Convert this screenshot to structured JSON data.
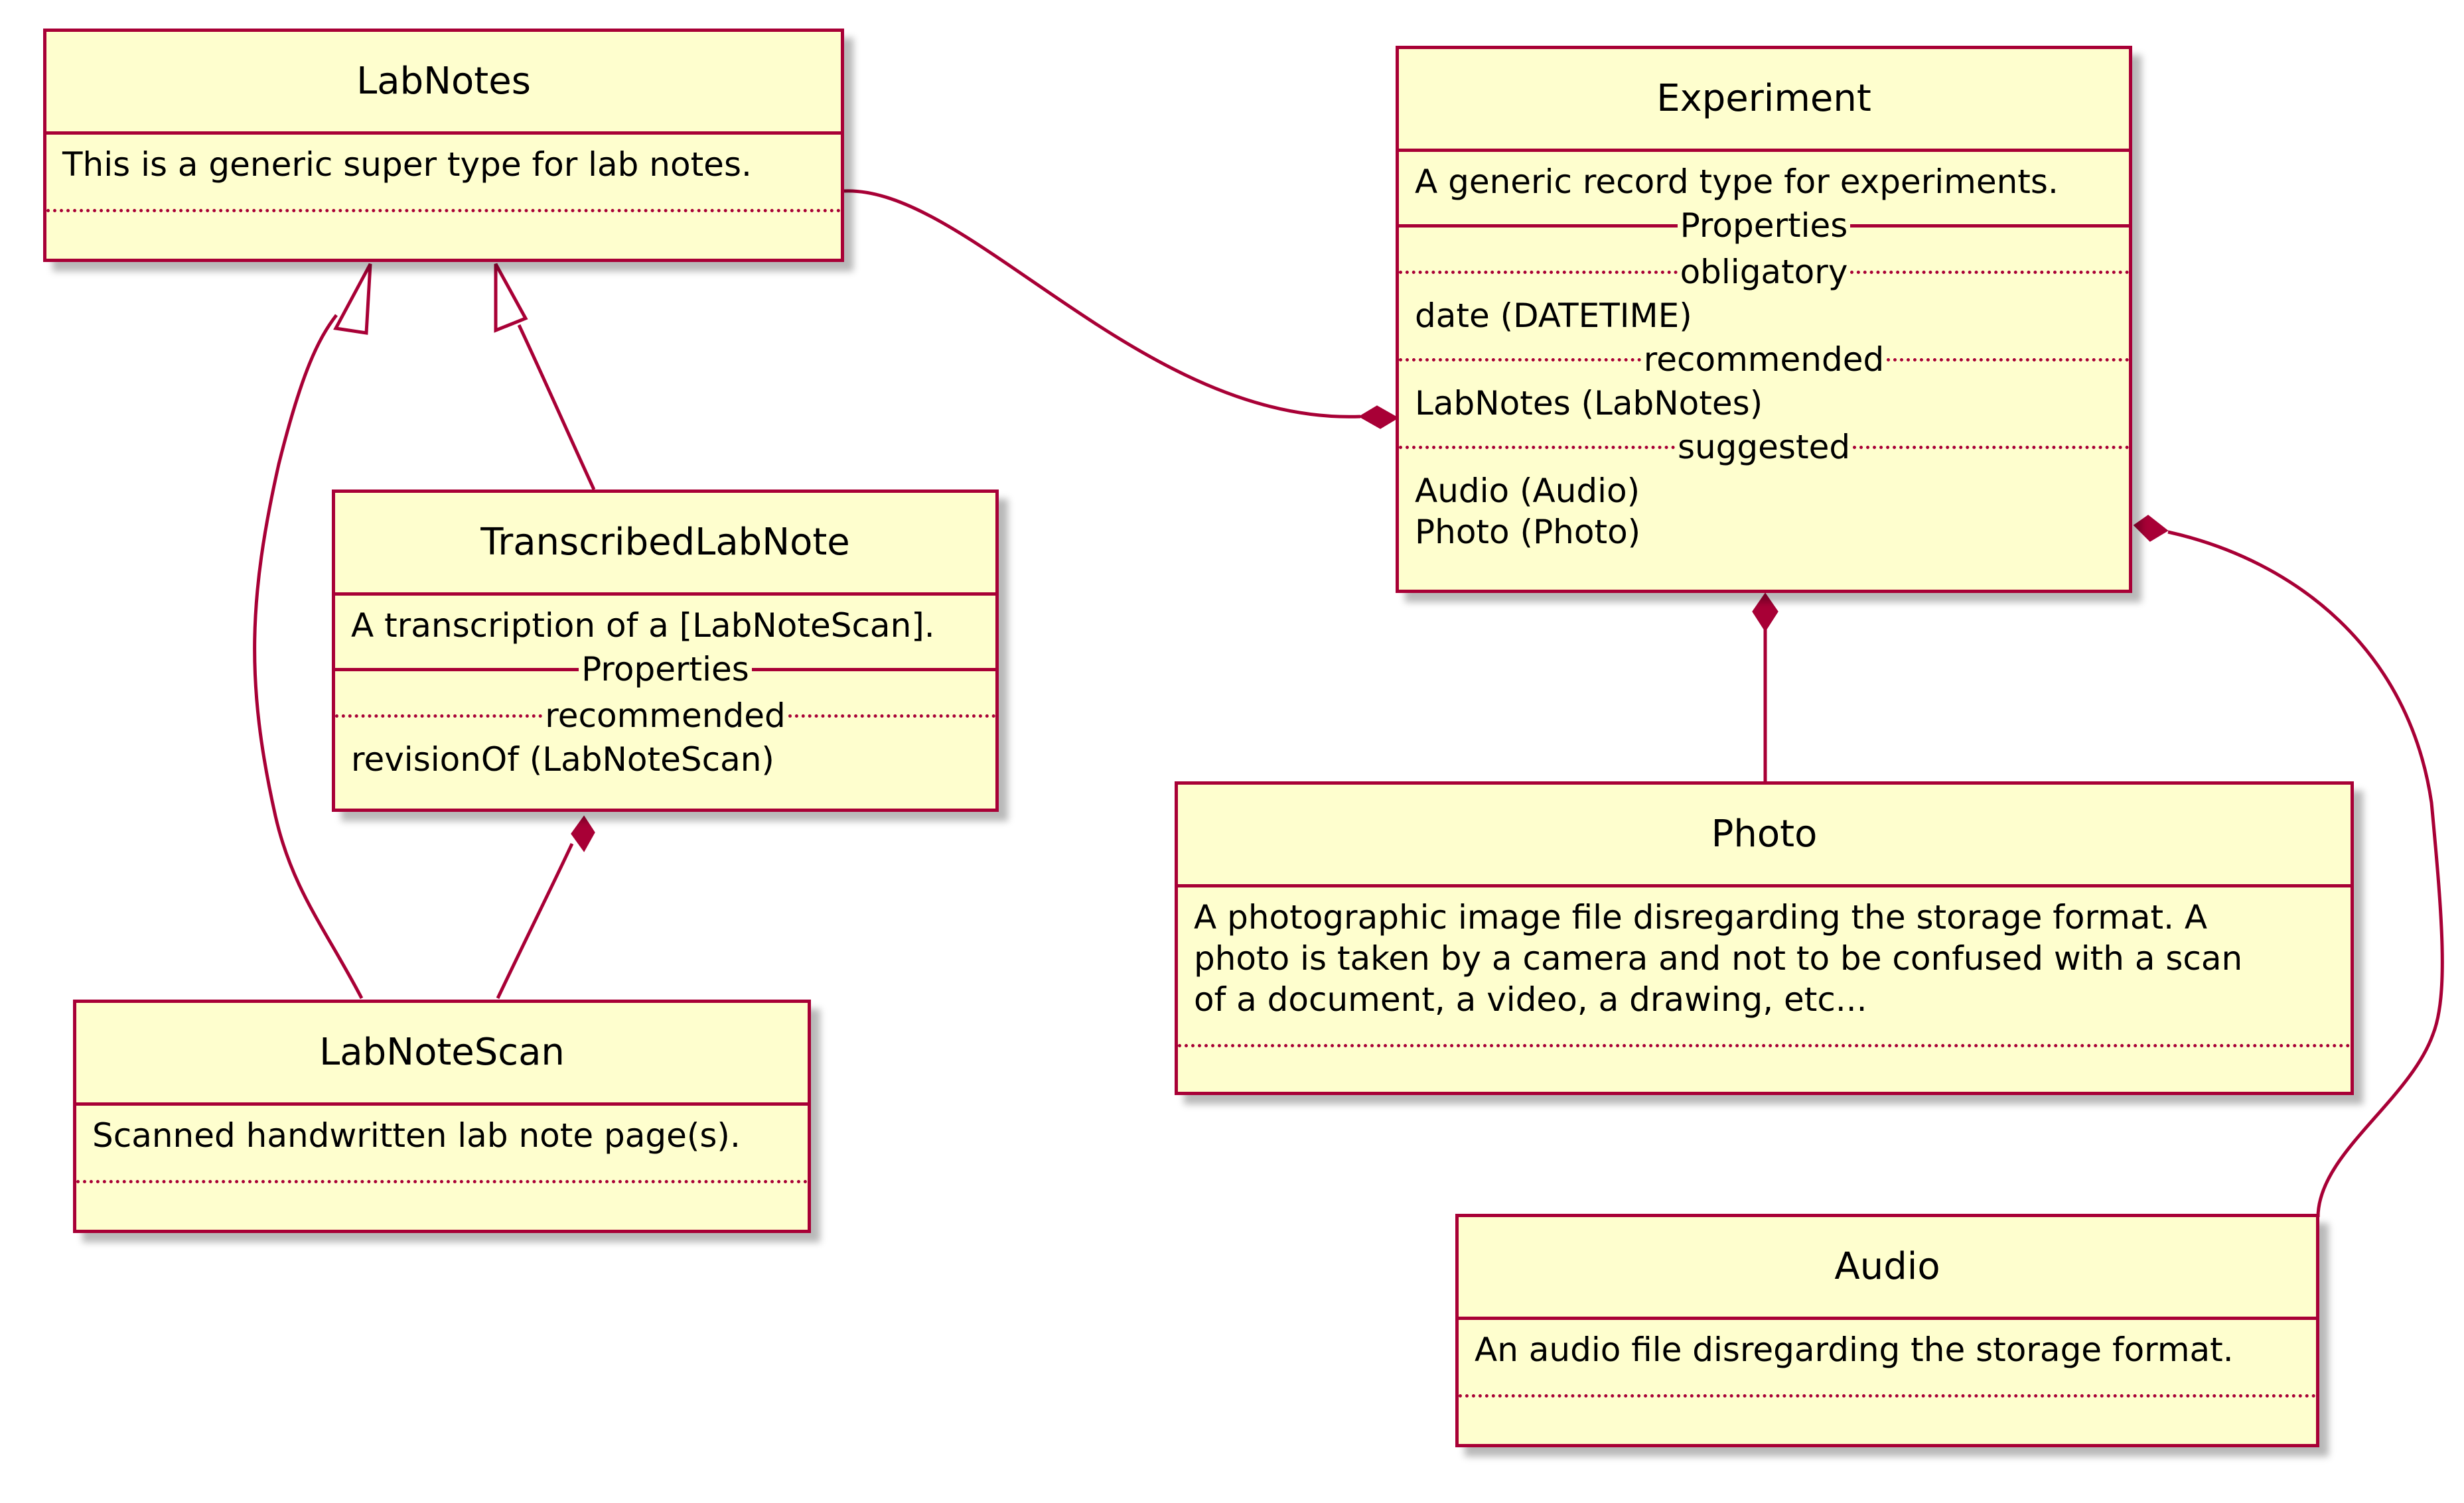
{
  "colors": {
    "fill": "#FEFECE",
    "border": "#A80036",
    "edge": "#A80036"
  },
  "classes": {
    "labnotes": {
      "name": "LabNotes",
      "description": "This is a generic super type for lab notes."
    },
    "experiment": {
      "name": "Experiment",
      "description": "A generic record type for experiments.",
      "properties_label": "Properties",
      "obligatory_label": "obligatory",
      "obligatory": [
        "date (DATETIME)"
      ],
      "recommended_label": "recommended",
      "recommended": [
        "LabNotes (LabNotes)"
      ],
      "suggested_label": "suggested",
      "suggested": [
        "Audio (Audio)",
        "Photo (Photo)"
      ]
    },
    "transcribed": {
      "name": "TranscribedLabNote",
      "description": "A transcription of a [LabNoteScan].",
      "properties_label": "Properties",
      "recommended_label": "recommended",
      "recommended": [
        "revisionOf (LabNoteScan)"
      ]
    },
    "photo": {
      "name": "Photo",
      "description": "A photographic image file disregarding the storage format. A\nphoto is taken by a camera and not to be confused with a scan\nof a document, a video, a drawing, etc..."
    },
    "labnotescan": {
      "name": "LabNoteScan",
      "description": "Scanned handwritten lab note page(s)."
    },
    "audio": {
      "name": "Audio",
      "description": "An audio file disregarding the storage format."
    }
  },
  "relations": [
    {
      "from": "labnotescan",
      "to": "labnotes",
      "type": "inheritance"
    },
    {
      "from": "transcribed",
      "to": "labnotes",
      "type": "inheritance"
    },
    {
      "from": "labnotes",
      "to": "experiment",
      "type": "composition"
    },
    {
      "from": "labnotescan",
      "to": "transcribed",
      "type": "composition"
    },
    {
      "from": "photo",
      "to": "experiment",
      "type": "composition"
    },
    {
      "from": "audio",
      "to": "experiment",
      "type": "composition"
    }
  ]
}
